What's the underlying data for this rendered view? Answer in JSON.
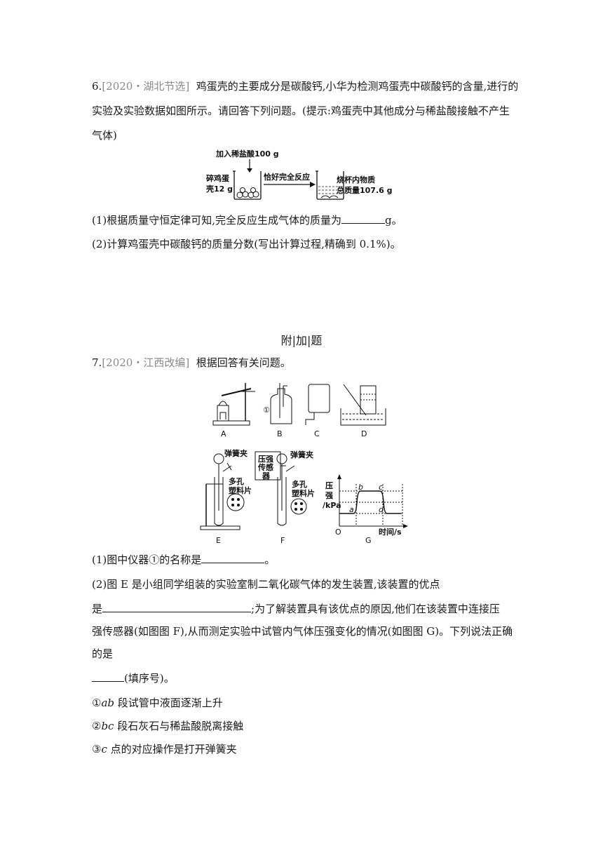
{
  "q6": {
    "number": "6.",
    "source": "[2020・湖北节选]",
    "stem_line1": "鸡蛋壳的主要成分是碳酸钙,小华为检测鸡蛋壳中碳酸钙的含量,进行的",
    "stem_line2": "实验及实验数据如图所示。请回答下列问题。(提示:鸡蛋壳中其他成分与稀盐酸接触不产生",
    "stem_line3": "气体)",
    "figure": {
      "acid_label": "加入稀盐酸100 g",
      "shell_label_1": "碎鸡蛋",
      "shell_label_2": "壳12 g",
      "arrow_label": "恰好完全反应",
      "result_label_1": "烧杯内物质",
      "result_label_2": "总质量107.6 g"
    },
    "part1_prefix": "(1)根据质量守恒定律可知,完全反应生成气体的质量为",
    "part1_suffix": "g。",
    "part2": "(2)计算鸡蛋壳中碳酸钙的质量分数(写出计算过程,精确到 0.1%)。"
  },
  "section_title": "附|加|题",
  "q7": {
    "number": "7.",
    "source": "[2020・江西改编]",
    "stem": "根据回答有关问题。",
    "figure": {
      "labels_top": [
        "A",
        "B",
        "C",
        "D"
      ],
      "circle_one": "①",
      "spring_clip": "弹簧夹",
      "porous_1": "多孔",
      "porous_2": "塑料片",
      "sensor_1": "压强",
      "sensor_2": "传感",
      "sensor_3": "器",
      "labels_bottom": [
        "E",
        "F",
        "G"
      ],
      "graph_y_1": "压",
      "graph_y_2": "强",
      "graph_y_3": "/kPa",
      "graph_x": "时间/s",
      "graph_origin": "O",
      "point_a": "a",
      "point_b": "b",
      "point_c": "c",
      "point_d": "d"
    },
    "part1_prefix": "(1)图中仪器①的名称是",
    "part1_suffix": "。",
    "part2_line1": "(2)图 E 是小组同学组装的实验室制二氧化碳气体的发生装置,该装置的优点",
    "part2_line2_prefix": "是",
    "part2_line2_suffix": ";为了解装置具有该优点的原因,他们在该装置中连接压",
    "part2_line3": "强传感器(如图图 F),从而测定实验中试管内气体压强变化的情况(如图图 G)。下列说法正确",
    "part2_line4": "的是",
    "part2_line5_suffix": "(填序号)。",
    "options": [
      {
        "mark": "①",
        "italic": "ab",
        "text": " 段试管中液面逐渐上升"
      },
      {
        "mark": "②",
        "italic": "bc",
        "text": " 段石灰石与稀盐酸脱离接触"
      },
      {
        "mark": "③",
        "italic": "c",
        "text": " 点的对应操作是打开弹簧夹"
      }
    ]
  }
}
